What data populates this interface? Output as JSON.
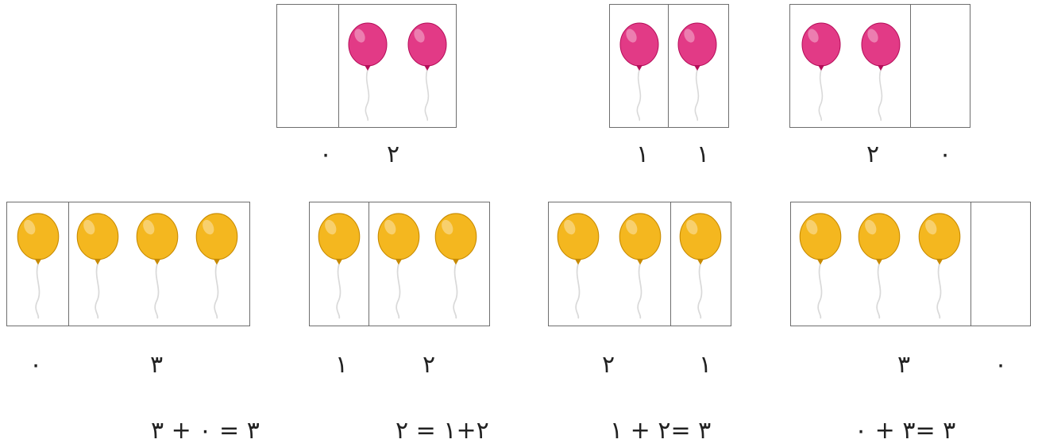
{
  "colors": {
    "pink": "#e23a86",
    "yellow": "#f4b71f"
  },
  "icon": "balloon-icon",
  "top_row": [
    {
      "left_count": "٠",
      "right_count": "٢"
    },
    {
      "left_count": "١",
      "right_count": "١"
    },
    {
      "left_count": "٢",
      "right_count": "٠"
    }
  ],
  "bottom_row": [
    {
      "left_count": "٠",
      "right_count": "٣",
      "equation": "٣ = ٠ + ٣"
    },
    {
      "left_count": "١",
      "right_count": "٢",
      "equation": "٢+١ = ٢"
    },
    {
      "left_count": "٢",
      "right_count": "١",
      "equation": "٣ =٢ + ١"
    },
    {
      "left_count": "٣",
      "right_count": "٠",
      "equation": "٣ =٣ + ٠"
    }
  ]
}
